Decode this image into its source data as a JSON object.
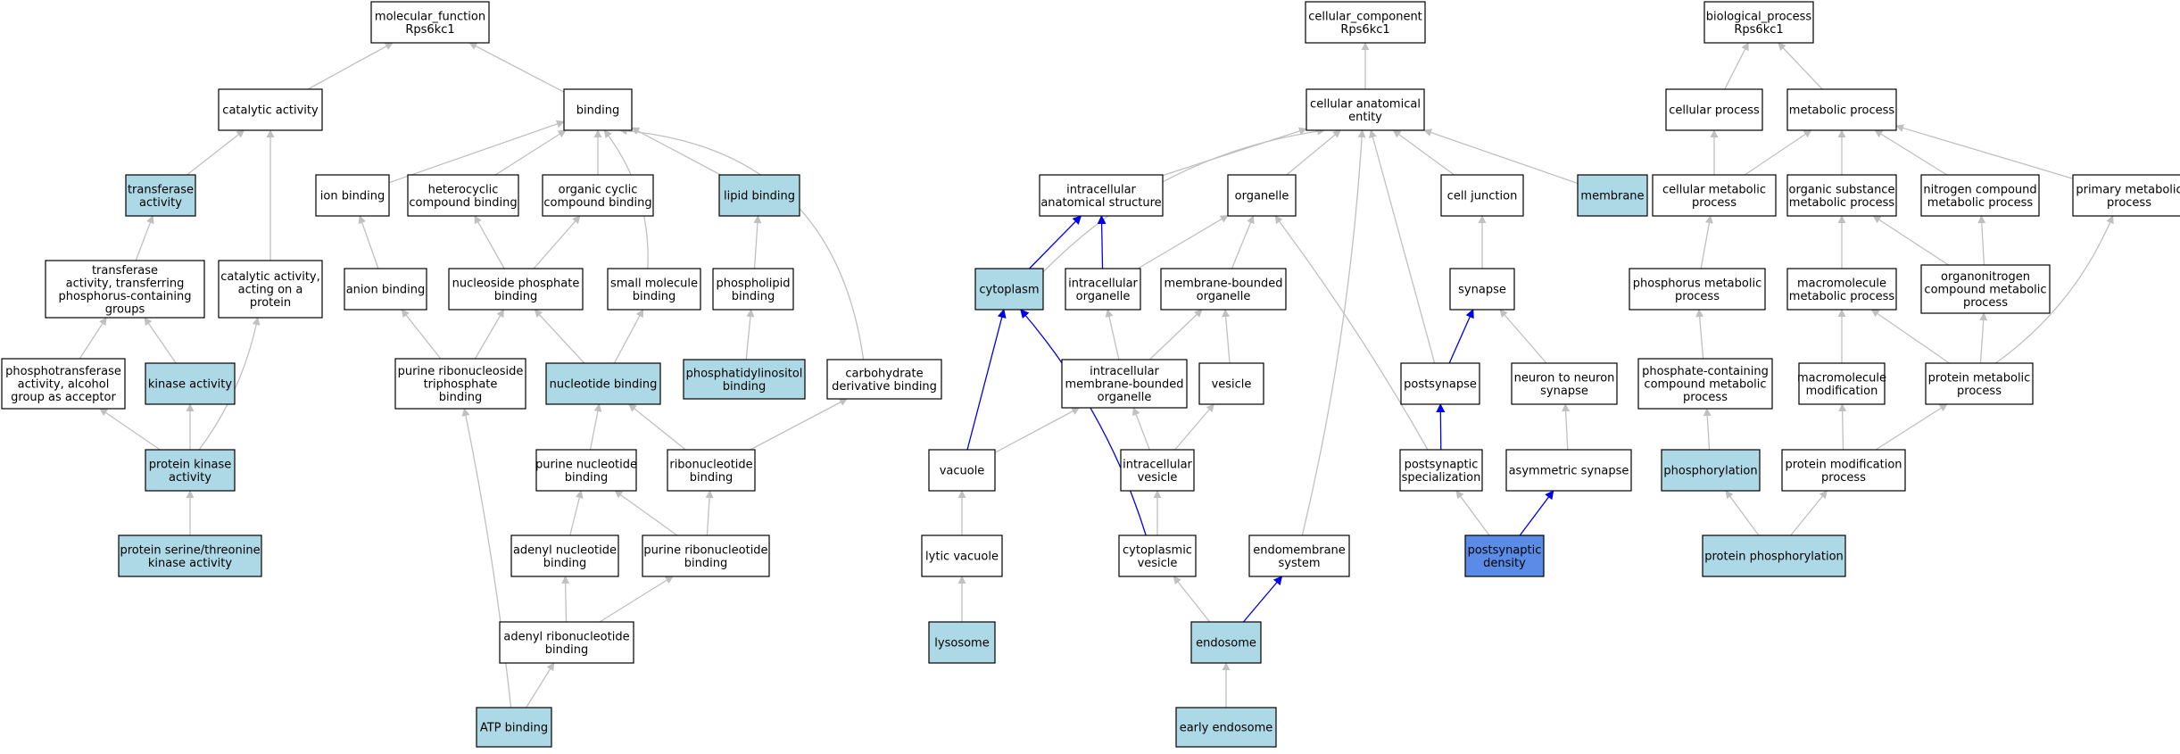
{
  "colors": {
    "plain": "#ffffff",
    "annotated": "#add8e6",
    "query": "#5a8be6",
    "edge_gray": "#c0c0c0",
    "edge_blue": "#0000ee",
    "border": "#000000"
  },
  "nodes": [
    {
      "id": "mf",
      "lines": [
        "molecular_function",
        "Rps6kc1"
      ],
      "style": "plain"
    },
    {
      "id": "catalytic",
      "lines": [
        "catalytic activity"
      ],
      "style": "plain"
    },
    {
      "id": "binding",
      "lines": [
        "binding"
      ],
      "style": "plain"
    },
    {
      "id": "transferase",
      "lines": [
        "transferase",
        "activity"
      ],
      "style": "annotated"
    },
    {
      "id": "ionbind",
      "lines": [
        "ion binding"
      ],
      "style": "plain"
    },
    {
      "id": "heterocyclic",
      "lines": [
        "heterocyclic",
        "compound binding"
      ],
      "style": "plain"
    },
    {
      "id": "organiccyclic",
      "lines": [
        "organic cyclic",
        "compound binding"
      ],
      "style": "plain"
    },
    {
      "id": "lipidbind",
      "lines": [
        "lipid binding"
      ],
      "style": "annotated"
    },
    {
      "id": "transfP",
      "lines": [
        "transferase",
        "activity, transferring",
        "phosphorus-containing",
        "groups"
      ],
      "style": "plain"
    },
    {
      "id": "catprotein",
      "lines": [
        "catalytic activity,",
        "acting on a",
        "protein"
      ],
      "style": "plain"
    },
    {
      "id": "anionbind",
      "lines": [
        "anion binding"
      ],
      "style": "plain"
    },
    {
      "id": "nucphos",
      "lines": [
        "nucleoside phosphate",
        "binding"
      ],
      "style": "plain"
    },
    {
      "id": "smallmol",
      "lines": [
        "small molecule",
        "binding"
      ],
      "style": "plain"
    },
    {
      "id": "phospholipid",
      "lines": [
        "phospholipid",
        "binding"
      ],
      "style": "plain"
    },
    {
      "id": "phosphotrans",
      "lines": [
        "phosphotransferase",
        "activity, alcohol",
        "group as acceptor"
      ],
      "style": "plain"
    },
    {
      "id": "kinase",
      "lines": [
        "kinase activity"
      ],
      "style": "annotated"
    },
    {
      "id": "purribotri",
      "lines": [
        "purine ribonucleoside",
        "triphosphate",
        "binding"
      ],
      "style": "plain"
    },
    {
      "id": "nucbind",
      "lines": [
        "nucleotide binding"
      ],
      "style": "annotated"
    },
    {
      "id": "phosinos",
      "lines": [
        "phosphatidylinositol",
        "binding"
      ],
      "style": "annotated"
    },
    {
      "id": "carbohydrate",
      "lines": [
        "carbohydrate",
        "derivative binding"
      ],
      "style": "plain"
    },
    {
      "id": "proteinkinase",
      "lines": [
        "protein kinase",
        "activity"
      ],
      "style": "annotated"
    },
    {
      "id": "purnuc",
      "lines": [
        "purine nucleotide",
        "binding"
      ],
      "style": "plain"
    },
    {
      "id": "ribonuc",
      "lines": [
        "ribonucleotide",
        "binding"
      ],
      "style": "plain"
    },
    {
      "id": "serthr",
      "lines": [
        "protein serine/threonine",
        "kinase activity"
      ],
      "style": "annotated"
    },
    {
      "id": "adenylnuc",
      "lines": [
        "adenyl nucleotide",
        "binding"
      ],
      "style": "plain"
    },
    {
      "id": "purribonuc",
      "lines": [
        "purine ribonucleotide",
        "binding"
      ],
      "style": "plain"
    },
    {
      "id": "adenylribo",
      "lines": [
        "adenyl ribonucleotide",
        "binding"
      ],
      "style": "plain"
    },
    {
      "id": "atp",
      "lines": [
        "ATP binding"
      ],
      "style": "annotated"
    },
    {
      "id": "cc",
      "lines": [
        "cellular_component",
        "Rps6kc1"
      ],
      "style": "plain"
    },
    {
      "id": "cae",
      "lines": [
        "cellular anatomical",
        "entity"
      ],
      "style": "plain"
    },
    {
      "id": "ias",
      "lines": [
        "intracellular",
        "anatomical structure"
      ],
      "style": "plain"
    },
    {
      "id": "organelle",
      "lines": [
        "organelle"
      ],
      "style": "plain"
    },
    {
      "id": "celljunc",
      "lines": [
        "cell junction"
      ],
      "style": "plain"
    },
    {
      "id": "membrane",
      "lines": [
        "membrane"
      ],
      "style": "annotated"
    },
    {
      "id": "cytoplasm",
      "lines": [
        "cytoplasm"
      ],
      "style": "annotated"
    },
    {
      "id": "intraorg",
      "lines": [
        "intracellular",
        "organelle"
      ],
      "style": "plain"
    },
    {
      "id": "membbound",
      "lines": [
        "membrane-bounded",
        "organelle"
      ],
      "style": "plain"
    },
    {
      "id": "synapse",
      "lines": [
        "synapse"
      ],
      "style": "plain"
    },
    {
      "id": "intramemb",
      "lines": [
        "intracellular",
        "membrane-bounded",
        "organelle"
      ],
      "style": "plain"
    },
    {
      "id": "vesicle",
      "lines": [
        "vesicle"
      ],
      "style": "plain"
    },
    {
      "id": "postsynapse",
      "lines": [
        "postsynapse"
      ],
      "style": "plain"
    },
    {
      "id": "neuron",
      "lines": [
        "neuron to neuron",
        "synapse"
      ],
      "style": "plain"
    },
    {
      "id": "vacuole",
      "lines": [
        "vacuole"
      ],
      "style": "plain"
    },
    {
      "id": "intraves",
      "lines": [
        "intracellular",
        "vesicle"
      ],
      "style": "plain"
    },
    {
      "id": "postspec",
      "lines": [
        "postsynaptic",
        "specialization"
      ],
      "style": "plain"
    },
    {
      "id": "asym",
      "lines": [
        "asymmetric synapse"
      ],
      "style": "plain"
    },
    {
      "id": "lytic",
      "lines": [
        "lytic vacuole"
      ],
      "style": "plain"
    },
    {
      "id": "cytoves",
      "lines": [
        "cytoplasmic",
        "vesicle"
      ],
      "style": "plain"
    },
    {
      "id": "endomemb",
      "lines": [
        "endomembrane",
        "system"
      ],
      "style": "plain"
    },
    {
      "id": "psd",
      "lines": [
        "postsynaptic",
        "density"
      ],
      "style": "query"
    },
    {
      "id": "lysosome",
      "lines": [
        "lysosome"
      ],
      "style": "annotated"
    },
    {
      "id": "endosome",
      "lines": [
        "endosome"
      ],
      "style": "annotated"
    },
    {
      "id": "early",
      "lines": [
        "early endosome"
      ],
      "style": "annotated"
    },
    {
      "id": "bp",
      "lines": [
        "biological_process",
        "Rps6kc1"
      ],
      "style": "plain"
    },
    {
      "id": "cellproc",
      "lines": [
        "cellular process"
      ],
      "style": "plain"
    },
    {
      "id": "metproc",
      "lines": [
        "metabolic process"
      ],
      "style": "plain"
    },
    {
      "id": "cellmet",
      "lines": [
        "cellular metabolic",
        "process"
      ],
      "style": "plain"
    },
    {
      "id": "orgsub",
      "lines": [
        "organic substance",
        "metabolic process"
      ],
      "style": "plain"
    },
    {
      "id": "nitrogen",
      "lines": [
        "nitrogen compound",
        "metabolic process"
      ],
      "style": "plain"
    },
    {
      "id": "primary",
      "lines": [
        "primary metabolic",
        "process"
      ],
      "style": "plain"
    },
    {
      "id": "phosphorus",
      "lines": [
        "phosphorus metabolic",
        "process"
      ],
      "style": "plain"
    },
    {
      "id": "macromet",
      "lines": [
        "macromolecule",
        "metabolic process"
      ],
      "style": "plain"
    },
    {
      "id": "organonit",
      "lines": [
        "organonitrogen",
        "compound metabolic",
        "process"
      ],
      "style": "plain"
    },
    {
      "id": "phoscont",
      "lines": [
        "phosphate-containing",
        "compound metabolic",
        "process"
      ],
      "style": "plain"
    },
    {
      "id": "macromod",
      "lines": [
        "macromolecule",
        "modification"
      ],
      "style": "plain"
    },
    {
      "id": "protmet",
      "lines": [
        "protein metabolic",
        "process"
      ],
      "style": "plain"
    },
    {
      "id": "phosphorylation",
      "lines": [
        "phosphorylation"
      ],
      "style": "annotated"
    },
    {
      "id": "protmod",
      "lines": [
        "protein modification",
        "process"
      ],
      "style": "plain"
    },
    {
      "id": "protphos",
      "lines": [
        "protein phosphorylation"
      ],
      "style": "annotated"
    }
  ],
  "edges": [
    {
      "from": "catalytic",
      "to": "mf"
    },
    {
      "from": "binding",
      "to": "mf"
    },
    {
      "from": "transferase",
      "to": "catalytic"
    },
    {
      "from": "catprotein",
      "to": "catalytic"
    },
    {
      "from": "ionbind",
      "to": "binding"
    },
    {
      "from": "heterocyclic",
      "to": "binding"
    },
    {
      "from": "organiccyclic",
      "to": "binding"
    },
    {
      "from": "lipidbind",
      "to": "binding"
    },
    {
      "from": "smallmol",
      "to": "binding"
    },
    {
      "from": "carbohydrate",
      "to": "binding"
    },
    {
      "from": "transfP",
      "to": "transferase"
    },
    {
      "from": "anionbind",
      "to": "ionbind"
    },
    {
      "from": "nucphos",
      "to": "heterocyclic"
    },
    {
      "from": "nucphos",
      "to": "organiccyclic"
    },
    {
      "from": "phospholipid",
      "to": "lipidbind"
    },
    {
      "from": "phosinos",
      "to": "phospholipid"
    },
    {
      "from": "phosphotrans",
      "to": "transfP"
    },
    {
      "from": "kinase",
      "to": "transfP"
    },
    {
      "from": "proteinkinase",
      "to": "phosphotrans"
    },
    {
      "from": "proteinkinase",
      "to": "kinase"
    },
    {
      "from": "proteinkinase",
      "to": "catprotein"
    },
    {
      "from": "serthr",
      "to": "proteinkinase"
    },
    {
      "from": "purribotri",
      "to": "anionbind"
    },
    {
      "from": "purribotri",
      "to": "nucphos"
    },
    {
      "from": "nucbind",
      "to": "nucphos"
    },
    {
      "from": "nucbind",
      "to": "smallmol"
    },
    {
      "from": "purnuc",
      "to": "nucbind"
    },
    {
      "from": "ribonuc",
      "to": "nucbind"
    },
    {
      "from": "ribonuc",
      "to": "carbohydrate"
    },
    {
      "from": "adenylnuc",
      "to": "purnuc"
    },
    {
      "from": "purribonuc",
      "to": "purnuc"
    },
    {
      "from": "purribonuc",
      "to": "ribonuc"
    },
    {
      "from": "adenylribo",
      "to": "adenylnuc"
    },
    {
      "from": "adenylribo",
      "to": "purribonuc"
    },
    {
      "from": "atp",
      "to": "adenylribo"
    },
    {
      "from": "atp",
      "to": "purribotri"
    },
    {
      "from": "cae",
      "to": "cc"
    },
    {
      "from": "ias",
      "to": "cae"
    },
    {
      "from": "organelle",
      "to": "cae"
    },
    {
      "from": "celljunc",
      "to": "cae"
    },
    {
      "from": "membrane",
      "to": "cae"
    },
    {
      "from": "cytoplasm",
      "to": "cae"
    },
    {
      "from": "postsynapse",
      "to": "cae"
    },
    {
      "from": "endomemb",
      "to": "cae"
    },
    {
      "from": "cytoplasm",
      "to": "ias",
      "color": "blue"
    },
    {
      "from": "intraorg",
      "to": "ias",
      "color": "blue"
    },
    {
      "from": "intraorg",
      "to": "organelle"
    },
    {
      "from": "membbound",
      "to": "organelle"
    },
    {
      "from": "postspec",
      "to": "organelle"
    },
    {
      "from": "synapse",
      "to": "celljunc"
    },
    {
      "from": "intramemb",
      "to": "intraorg"
    },
    {
      "from": "intramemb",
      "to": "membbound"
    },
    {
      "from": "vesicle",
      "to": "membbound"
    },
    {
      "from": "postsynapse",
      "to": "synapse",
      "color": "blue"
    },
    {
      "from": "neuron",
      "to": "synapse"
    },
    {
      "from": "vacuole",
      "to": "cytoplasm",
      "color": "blue"
    },
    {
      "from": "cytoves",
      "to": "cytoplasm",
      "color": "blue"
    },
    {
      "from": "vacuole",
      "to": "intramemb"
    },
    {
      "from": "intraves",
      "to": "intramemb"
    },
    {
      "from": "intraves",
      "to": "vesicle"
    },
    {
      "from": "postspec",
      "to": "postsynapse",
      "color": "blue"
    },
    {
      "from": "asym",
      "to": "neuron"
    },
    {
      "from": "lytic",
      "to": "vacuole"
    },
    {
      "from": "cytoves",
      "to": "intraves"
    },
    {
      "from": "psd",
      "to": "postspec"
    },
    {
      "from": "psd",
      "to": "asym",
      "color": "blue"
    },
    {
      "from": "lysosome",
      "to": "lytic"
    },
    {
      "from": "endosome",
      "to": "cytoves"
    },
    {
      "from": "endosome",
      "to": "endomemb",
      "color": "blue"
    },
    {
      "from": "early",
      "to": "endosome"
    },
    {
      "from": "cellproc",
      "to": "bp"
    },
    {
      "from": "metproc",
      "to": "bp"
    },
    {
      "from": "cellmet",
      "to": "cellproc"
    },
    {
      "from": "cellmet",
      "to": "metproc"
    },
    {
      "from": "orgsub",
      "to": "metproc"
    },
    {
      "from": "nitrogen",
      "to": "metproc"
    },
    {
      "from": "primary",
      "to": "metproc"
    },
    {
      "from": "phosphorus",
      "to": "cellmet"
    },
    {
      "from": "macromet",
      "to": "orgsub"
    },
    {
      "from": "organonit",
      "to": "orgsub"
    },
    {
      "from": "organonit",
      "to": "nitrogen"
    },
    {
      "from": "phoscont",
      "to": "phosphorus"
    },
    {
      "from": "macromod",
      "to": "macromet"
    },
    {
      "from": "protmet",
      "to": "macromet"
    },
    {
      "from": "protmet",
      "to": "organonit"
    },
    {
      "from": "protmet",
      "to": "primary"
    },
    {
      "from": "phosphorylation",
      "to": "phoscont"
    },
    {
      "from": "protmod",
      "to": "macromod"
    },
    {
      "from": "protmod",
      "to": "protmet"
    },
    {
      "from": "protphos",
      "to": "phosphorylation"
    },
    {
      "from": "protphos",
      "to": "protmod"
    }
  ]
}
